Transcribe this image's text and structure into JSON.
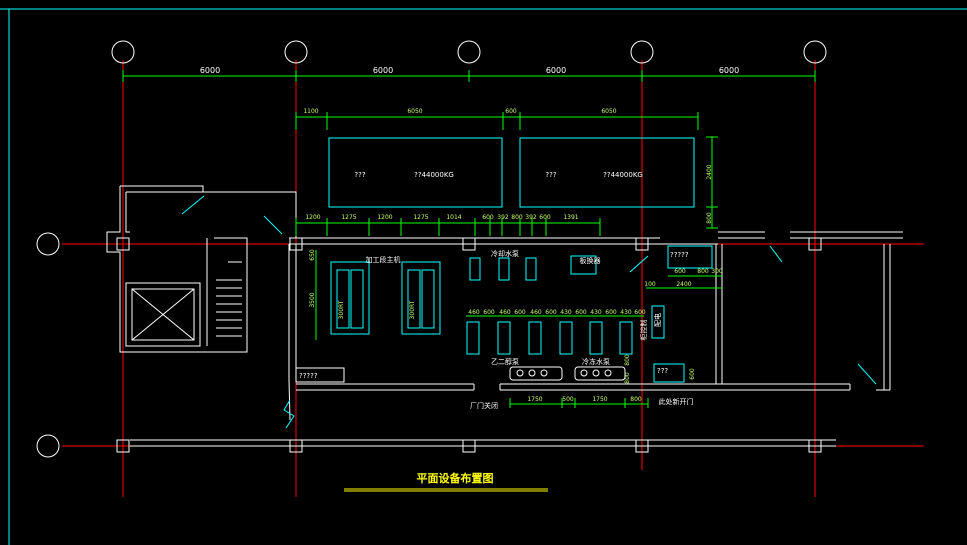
{
  "drawing": {
    "title": "平面设备布置图",
    "colors": {
      "wall": "#ffffff",
      "equipment": "#00ffff",
      "axis": "#ff0000",
      "dimension": "#00ff00",
      "title": "#ffff00",
      "frame": "#00ffff"
    },
    "axis_spacing": [
      "6000",
      "6000",
      "6000",
      "6000"
    ],
    "tank_dims": [
      "1100",
      "6050",
      "600",
      "6050"
    ],
    "tank_height_dims": [
      "2400",
      "800"
    ],
    "tanks": [
      {
        "mark": "???",
        "label": "??44000KG"
      },
      {
        "mark": "???",
        "label": "??44000KG"
      }
    ],
    "row_dims": [
      "1200",
      "1275",
      "1200",
      "1275",
      "1014",
      "600",
      "392",
      "800",
      "392",
      "600",
      "1391"
    ],
    "left_vertical_dims": [
      "650",
      "3500"
    ],
    "compressor_label": "加工段主机",
    "compressor_tags": [
      "300RT",
      "300RT"
    ],
    "cooling_pump_label": "冷却水泵",
    "heat_exchanger_label": "板换器",
    "glycol_pump_label": "乙二醇泵",
    "chilled_pump_label": "冷冻水泵",
    "pump_row_dims": [
      "460",
      "600",
      "460",
      "600",
      "460",
      "600",
      "430",
      "600",
      "430",
      "600",
      "430",
      "600"
    ],
    "right_panel_label": "?????",
    "right_panel_dims": [
      "600",
      "800",
      "300",
      "2400",
      "100"
    ],
    "control_label": "配电",
    "control_side_label": "柜控制",
    "small_label": "???",
    "small_dim": "600",
    "vertical_small_dims": [
      "800",
      "800"
    ],
    "bottom_dims": [
      "1750",
      "500",
      "1750",
      "800"
    ],
    "door_label": "厂门关闭",
    "exit_label": "此处新开门",
    "bottom_left_label": "?????"
  }
}
